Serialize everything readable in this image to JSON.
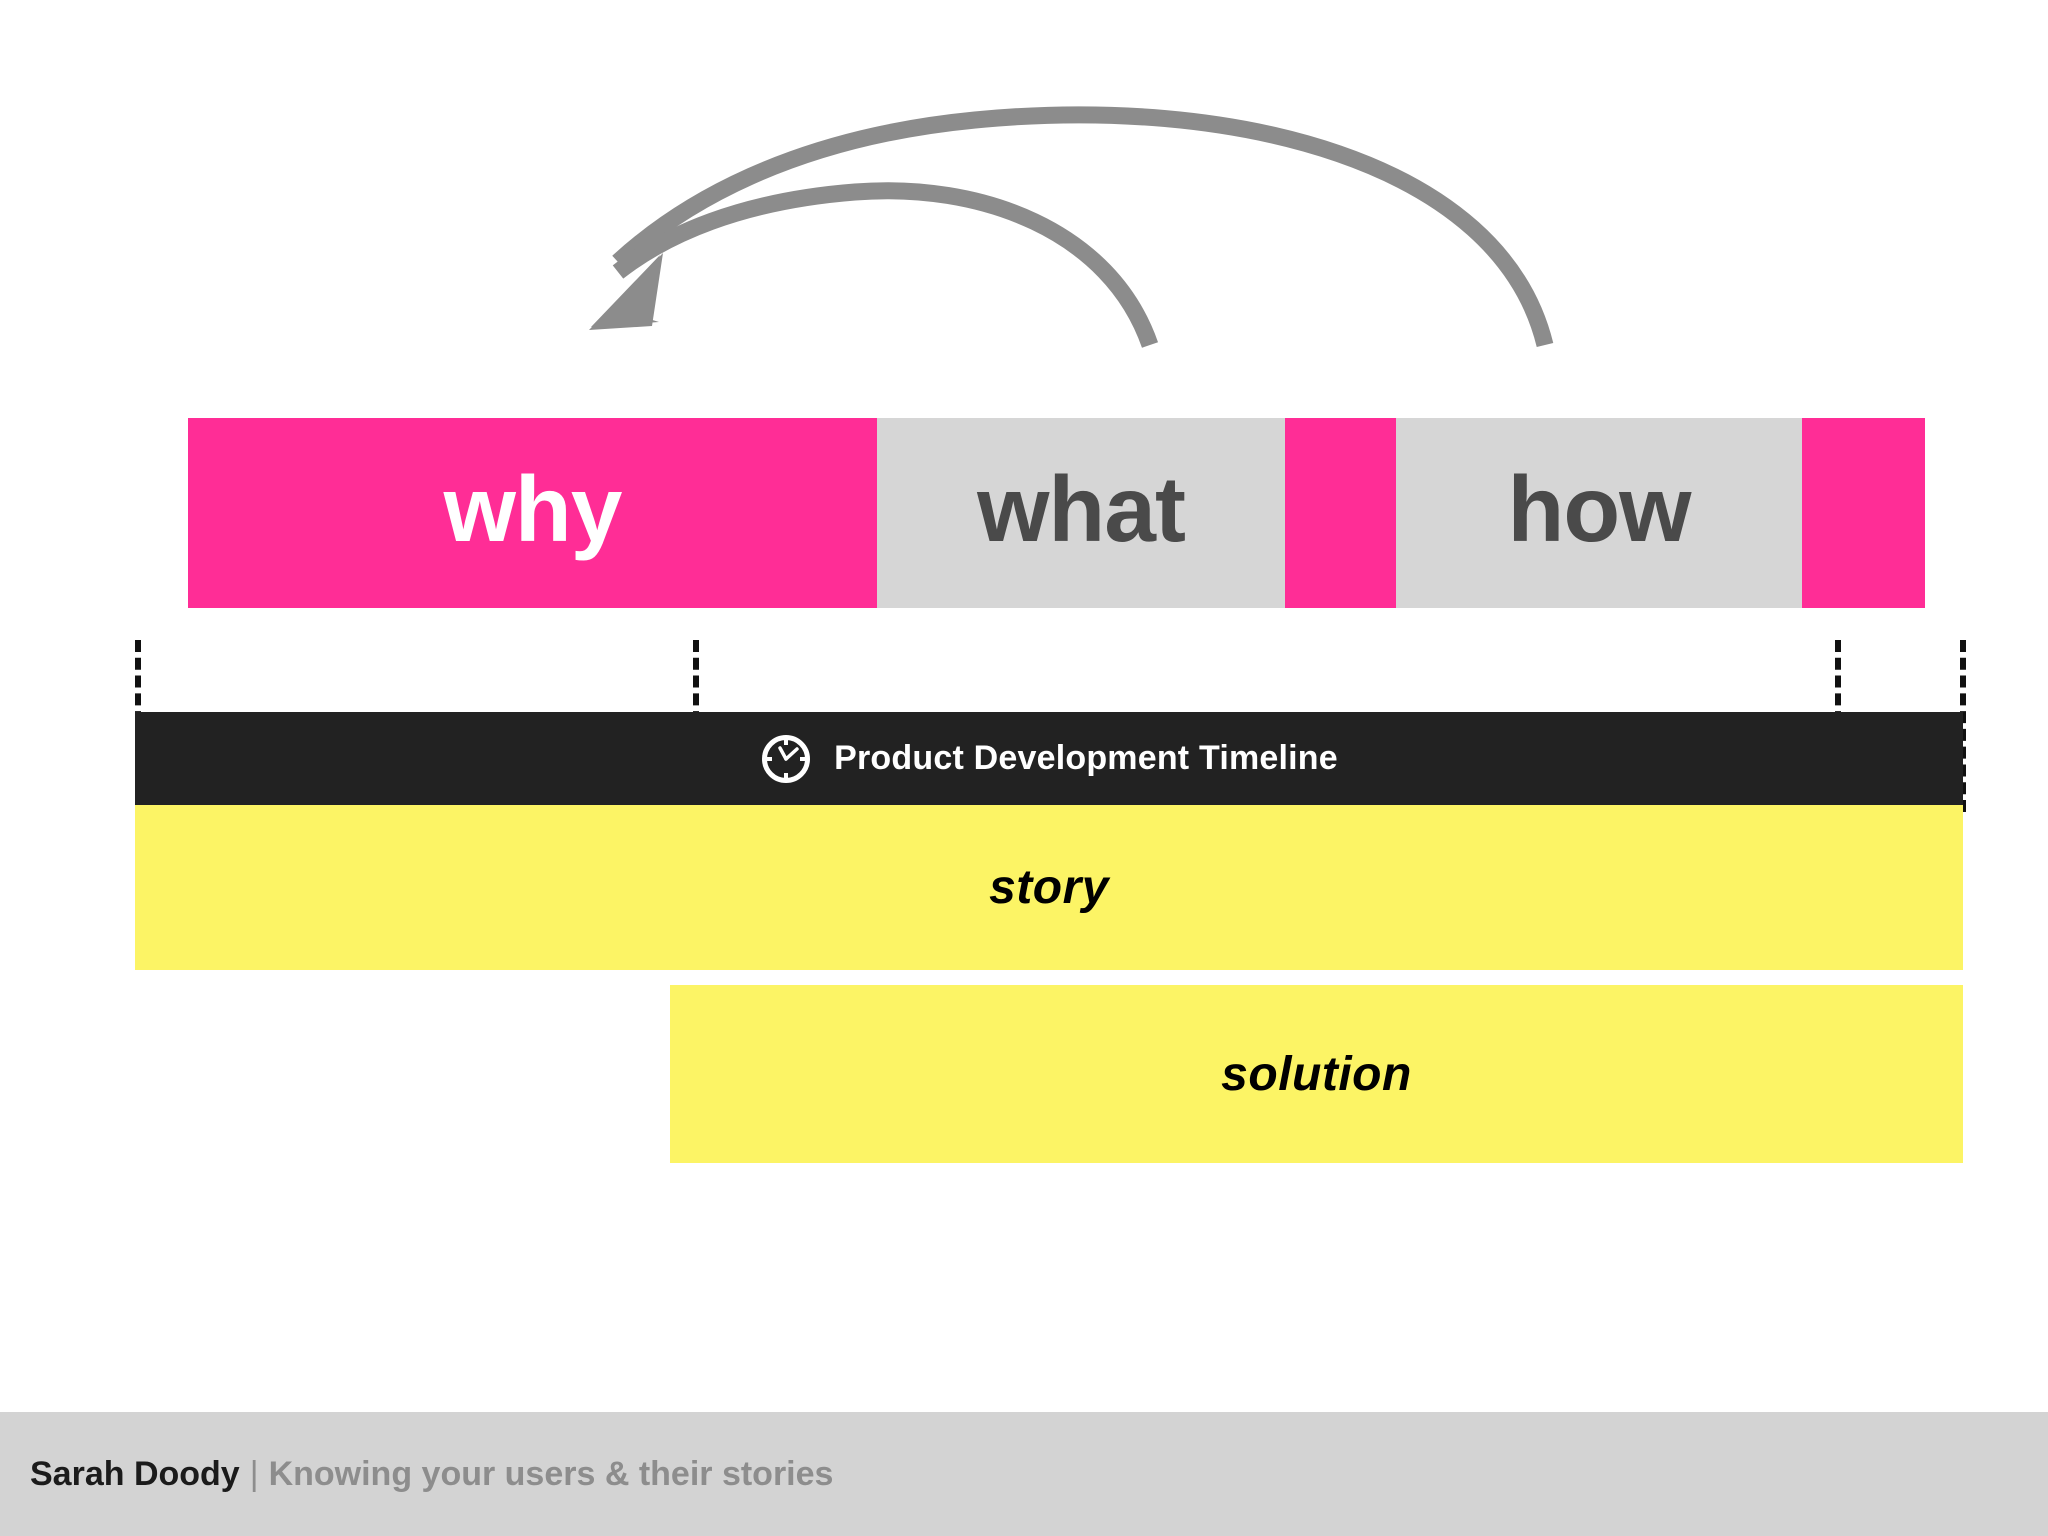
{
  "slide": {
    "background_color": "#ffffff",
    "arrows": {
      "name": "curved-back-arrows",
      "color": "#8c8c8c",
      "count": 2,
      "direction": "right-to-left",
      "description": "two curved arcs sweeping from the right side back to a single arrowhead on the left"
    },
    "phase_bar": {
      "name": "why-what-how-bar",
      "pink": "#FF2D96",
      "gray": "#D6D6D6",
      "segments": [
        {
          "label": "why",
          "type": "pink",
          "text_color": "#ffffff"
        },
        {
          "label": "what",
          "type": "gray",
          "text_color": "#4a4a4a"
        },
        {
          "label": "",
          "type": "pink",
          "text_color": "#ffffff"
        },
        {
          "label": "how",
          "type": "gray",
          "text_color": "#4a4a4a"
        },
        {
          "label": "",
          "type": "pink",
          "text_color": "#ffffff"
        }
      ]
    },
    "timeline": {
      "name": "product-development-timeline",
      "label": "Product Development Timeline",
      "icon": "clock-icon",
      "background": "#222222",
      "text_color": "#ffffff"
    },
    "bands": [
      {
        "name": "story-band",
        "label": "story",
        "color": "#FCF465",
        "text_color": "#000000"
      },
      {
        "name": "solution-band",
        "label": "solution",
        "color": "#FCF465",
        "text_color": "#000000"
      }
    ],
    "guides": {
      "name": "dashed-guides",
      "color": "#111111",
      "style": "dashed",
      "count": 4
    }
  },
  "footer": {
    "name": "Sarah Doody",
    "separator": "|",
    "subtitle": "Knowing your users & their stories",
    "background": "#D3D3D3",
    "name_color": "#1b1b1b",
    "subtitle_color": "#8d8d8d"
  }
}
